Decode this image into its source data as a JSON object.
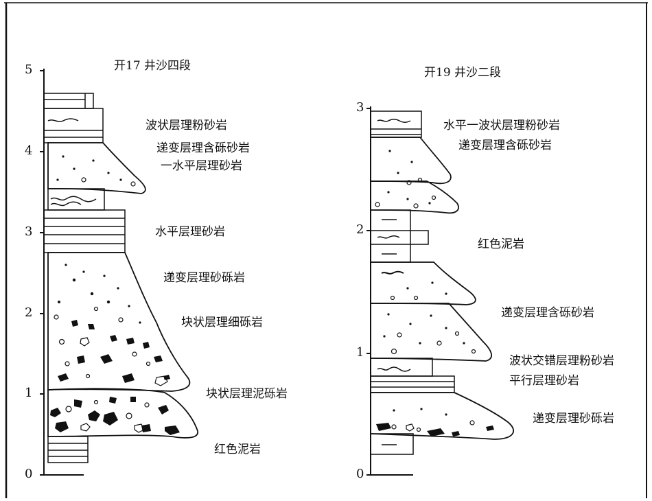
{
  "left_column": {
    "title": "开17 井沙四段",
    "axis_ticks": [
      "0",
      "1",
      "2",
      "3",
      "4",
      "5"
    ],
    "units": [
      {
        "label": "红色泥岩",
        "lithology": "mudstone"
      },
      {
        "label": "块状层理泥砾岩",
        "lithology": "mud-conglomerate"
      },
      {
        "label": "块状层理细砾岩",
        "lithology": "fine-conglomerate"
      },
      {
        "label": "递变层理砂砾岩",
        "lithology": "pebbly-sandstone"
      },
      {
        "label": "水平层理砂岩",
        "lithology": "sandstone"
      },
      {
        "label": "一水平层理砂岩",
        "lithology": "sandstone"
      },
      {
        "label": "递变层理含砾砂岩",
        "lithology": "pebbly-sandstone"
      },
      {
        "label": "波状层理粉砂岩",
        "lithology": "siltstone"
      }
    ]
  },
  "right_column": {
    "title": "开19 井沙二段",
    "axis_ticks": [
      "0",
      "1",
      "2",
      "3"
    ],
    "units": [
      {
        "label": "递变层理砂砾岩",
        "lithology": "pebbly-sandstone"
      },
      {
        "label": "平行层理砂岩",
        "lithology": "sandstone"
      },
      {
        "label": "波状交错层理粉砂岩",
        "lithology": "siltstone"
      },
      {
        "label": "递变层理含砾砂岩",
        "lithology": "pebbly-sandstone"
      },
      {
        "label": "红色泥岩",
        "lithology": "mudstone"
      },
      {
        "label": "递变层理含砾砂岩",
        "lithology": "pebbly-sandstone"
      },
      {
        "label": "水平一波状层理粉砂岩",
        "lithology": "siltstone"
      }
    ]
  }
}
